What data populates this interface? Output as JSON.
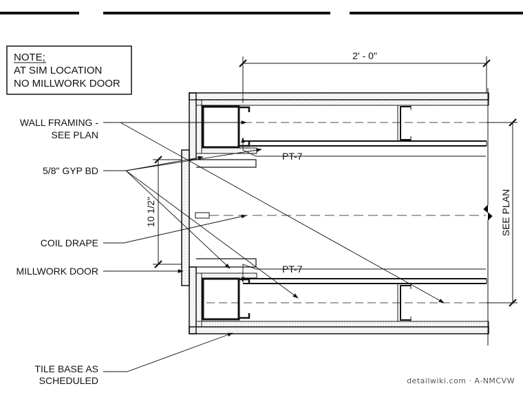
{
  "note": {
    "heading": "NOTE;",
    "line1": "AT SIM LOCATION",
    "line2": "NO MILLWORK DOOR"
  },
  "dimensions": {
    "top_width": "2' - 0\"",
    "opening_height": "10 1/2\"",
    "right": "SEE PLAN"
  },
  "callouts": {
    "wall_framing_1": "WALL FRAMING -",
    "wall_framing_2": "SEE PLAN",
    "gyp_bd": "5/8\" GYP BD",
    "coil_drape": "COIL DRAPE",
    "millwork_door": "MILLWORK DOOR",
    "tile_base_1": "TILE BASE AS",
    "tile_base_2": "SCHEDULED",
    "paint_top": "PT-7",
    "paint_bottom": "PT-7"
  },
  "watermark": "detailwiki.com · A-NMCVW",
  "colors": {
    "ink": "#111111",
    "hatch": "#888888",
    "background": "#ffffff"
  }
}
